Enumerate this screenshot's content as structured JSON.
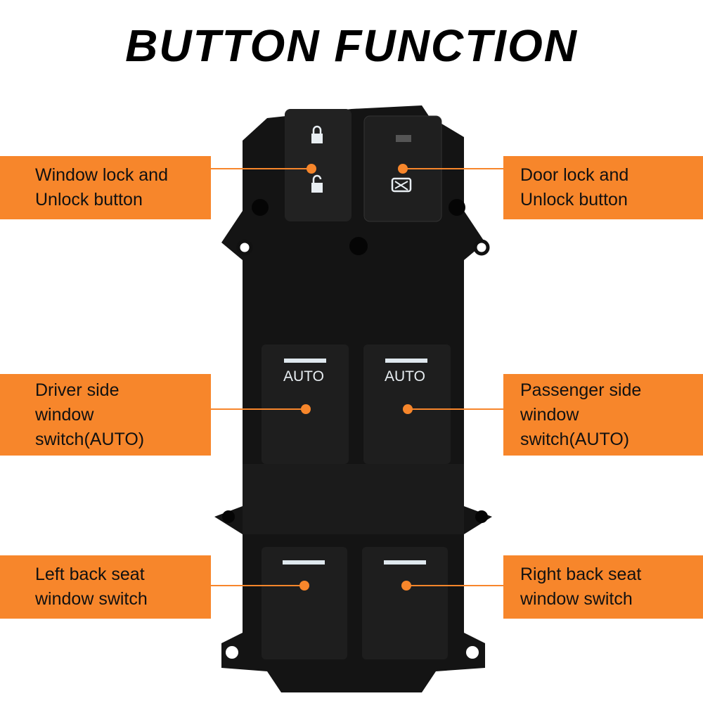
{
  "title": "BUTTON FUNCTION",
  "callouts": {
    "window_lock": "Window lock and\nUnlock button",
    "door_lock": "Door lock and\nUnlock button",
    "driver": "Driver side\nwindow\nswitch(AUTO)",
    "passenger": "Passenger side\nwindow\nswitch(AUTO)",
    "left_back": "Left back seat\nwindow switch",
    "right_back": "Right back seat\nwindow switch"
  },
  "switch_labels": {
    "auto_left": "AUTO",
    "auto_right": "AUTO"
  },
  "colors": {
    "accent": "#F7862B",
    "panel": "#141414"
  }
}
